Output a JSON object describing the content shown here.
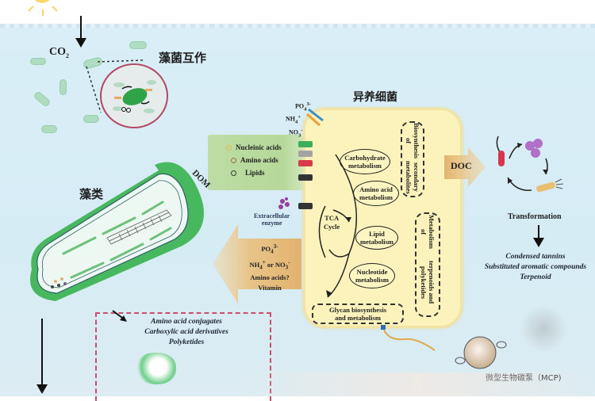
{
  "figure": {
    "title": "Algae–heterotrophic bacteria interaction and microbial carbon pump diagram",
    "colors": {
      "water": "#d9eef7",
      "algae_green": "#2fb04a",
      "heterotroph_cell": "#fbf3bb",
      "dom_panel": "#bcdca4",
      "flow_arrow": "#e8c48a",
      "pink_dashed": "#c7506e",
      "circle_border": "#b04a64"
    }
  },
  "top": {
    "sun_icon": "sun",
    "co2_label": "CO",
    "co2_subscript": "2",
    "interaction_label": "藻菌互作"
  },
  "algae": {
    "label": "藻类"
  },
  "dom": {
    "label": "DOM",
    "items": [
      {
        "label": "Nucleinic acids",
        "dot_color": "#e7b74a",
        "transporter_color": "#3fae5a"
      },
      {
        "label": "Amino acids",
        "dot_color": "#9b6a5a",
        "transporter_color": "#a3a3a3"
      },
      {
        "label": "Lipids",
        "dot_color": "#2f3f2f",
        "transporter_color": "#d83a4a"
      }
    ],
    "extra_transporter_color": "#333333"
  },
  "heterotroph": {
    "label": "异养细菌",
    "nutrients_in": {
      "po4": "PO",
      "po4_sub": "4",
      "po4_sup": "3-",
      "nh4": "NH",
      "nh4_sub": "4",
      "nh4_sup": "+",
      "no3": "NO",
      "no3_sub": "3",
      "no3_sup": "-"
    },
    "tca": {
      "line1": "TCA",
      "line2": "Cycle"
    },
    "metabolism": [
      {
        "line1": "Carbohydrate",
        "line2": "metabolism"
      },
      {
        "line1": "Amino acid",
        "line2": "metabolism"
      },
      {
        "line1": "Lipid",
        "line2": "metabolism"
      },
      {
        "line1": "Nucleotide",
        "line2": "metabolism"
      }
    ],
    "glycan": {
      "line1": "Glycan biosynthesis",
      "line2": "and metabolism"
    },
    "secondary": {
      "line1": "Biosynthesis of",
      "line2": "secondary metabolites"
    },
    "terpenoids": {
      "line1": "Metabolism of",
      "line2": "terpenoids and polyketides"
    }
  },
  "enzyme": {
    "line1": "Extracellular",
    "line2": "enzyme"
  },
  "return_flow": {
    "line1_base": "PO",
    "line1_sub": "4",
    "line1_sup": "3-",
    "line2_a": "NH",
    "line2_a_sub": "4",
    "line2_a_sup": "+",
    "line2_or": " or ",
    "line2_b": "NO",
    "line2_b_sub": "3",
    "line2_b_sup": "-",
    "line3": "Amino acids?",
    "line4": "Vitamin"
  },
  "doc": {
    "label": "DOC",
    "transformation": "Transformation",
    "products": [
      "Condensed tannins",
      "Substituted aromatic compounds",
      "Terpenoid"
    ]
  },
  "algal_products": {
    "items": [
      "Amino acid conjugates",
      "Carboxylic acid derivatives",
      "Polyketides"
    ]
  },
  "mcp": {
    "label": "微型生物碳泵（MCP)"
  }
}
